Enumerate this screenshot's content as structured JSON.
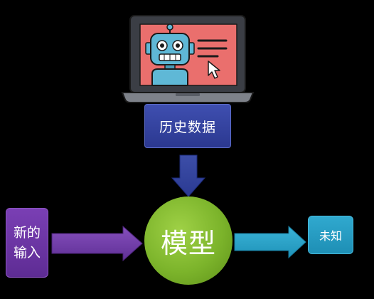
{
  "diagram": {
    "nodes": {
      "history_data": "历史数据",
      "model": "模型",
      "new_input": "新的输入",
      "unknown": "未知"
    },
    "icons": {
      "illustration": "laptop-with-robot-icon"
    }
  }
}
